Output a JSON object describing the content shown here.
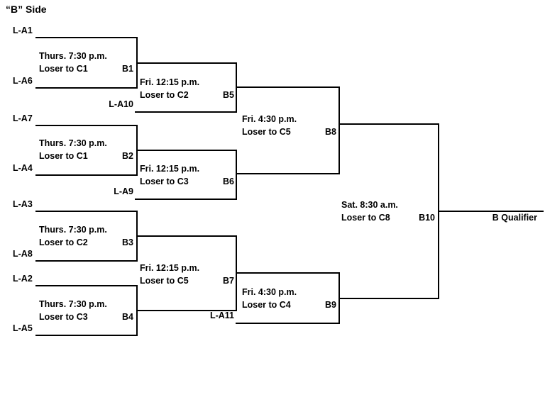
{
  "title": "“B” Side",
  "background_color": "#ffffff",
  "line_color": "#000000",
  "text_color": "#000000",
  "entries": [
    {
      "label": "L-A1"
    },
    {
      "label": "L-A6"
    },
    {
      "label": "L-A7"
    },
    {
      "label": "L-A4"
    },
    {
      "label": "L-A3"
    },
    {
      "label": "L-A8"
    },
    {
      "label": "L-A2"
    },
    {
      "label": "L-A5"
    }
  ],
  "feeders": [
    {
      "label": "L-A10"
    },
    {
      "label": "L-A9"
    },
    {
      "label": "L-A11"
    }
  ],
  "games": [
    {
      "number": "B1",
      "time": "Thurs. 7:30 p.m.",
      "loser_to": "Loser to C1"
    },
    {
      "number": "B2",
      "time": "Thurs. 7:30 p.m.",
      "loser_to": "Loser to C1"
    },
    {
      "number": "B3",
      "time": "Thurs. 7:30 p.m.",
      "loser_to": "Loser to C2"
    },
    {
      "number": "B4",
      "time": "Thurs. 7:30 p.m.",
      "loser_to": "Loser to C3"
    },
    {
      "number": "B5",
      "time": "Fri. 12:15 p.m.",
      "loser_to": "Loser to C2"
    },
    {
      "number": "B6",
      "time": "Fri. 12:15 p.m.",
      "loser_to": "Loser to C3"
    },
    {
      "number": "B7",
      "time": "Fri. 12:15 p.m.",
      "loser_to": "Loser to C5"
    },
    {
      "number": "B8",
      "time": "Fri. 4:30 p.m.",
      "loser_to": "Loser to C5"
    },
    {
      "number": "B9",
      "time": "Fri. 4:30 p.m.",
      "loser_to": "Loser to C4"
    },
    {
      "number": "B10",
      "time": "Sat. 8:30 a.m.",
      "loser_to": "Loser to C8"
    }
  ],
  "qualifier": {
    "label": "B Qualifier"
  }
}
